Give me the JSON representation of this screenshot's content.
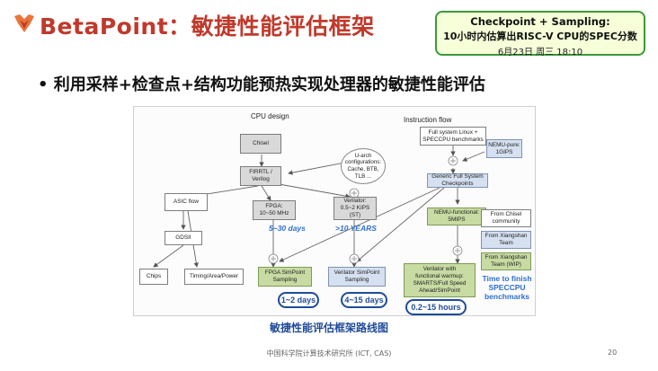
{
  "header": {
    "title": "BetaPoint：敏捷性能评估框架",
    "callout": {
      "line1": "Checkpoint + Sampling:",
      "line2": "10小时内估算出RISC-V CPU的SPEC分数",
      "line3": "6月23日 周三 18:10"
    },
    "logo_icon": "ict-cas-logo"
  },
  "bullet": "• 利用采样+检查点+结构功能预热实现处理器的敏捷性能评估",
  "diagram": {
    "section_cpu": "CPU design",
    "section_inst": "Instruction flow",
    "nodes": {
      "chisel": "Chisel",
      "firrtl": "FIRRTL /\nVerilog",
      "uarch": "U-arch\nconfigurations:\nCache, BTB,\nTLB ...",
      "asic": "ASIC flow",
      "fpga": "FPGA:\n10~50 MHz",
      "verilator": "Verilator:\n0.5~2 KIPS\n(ST)",
      "gdsii": "GDSII",
      "chips": "Chips",
      "timing": "Timing/Area/Power",
      "fullsys": "Full system Linux +\nSPECCPU benchmarks",
      "generic": "Generic Full System\nCheckpoints",
      "nemu_pure": "NEMU-pure:\n1GIPS",
      "nemu_func": "NEMU-functional:\n5MIPS",
      "fpga_sp": "FPGA SimPoint\nSampling",
      "ver_sp": "Verilator SimPoint\nSampling",
      "ver_warm": "Verilator with\nfunctional warmup:\nSMARTS/Full Speed\nAhead/SimPoint"
    },
    "legend": [
      "From Chisel\ncommunity",
      "From Xiangshan\nTeam",
      "From Xiangshan\nTeam (WIP)"
    ],
    "times": {
      "fpga": "5~30 days",
      "verilator": ">10 YEARS",
      "fpga_sp": "1~2 days",
      "ver_sp": "4~15 days",
      "ver_warm": "0.2~15 hours"
    },
    "finish_label": "Time to finish\nSPECCPU\nbenchmarks"
  },
  "caption": "敏捷性能评估框架路线图",
  "footer": "中国科学院计算技术研究所 (ICT, CAS)",
  "page_number": "20"
}
